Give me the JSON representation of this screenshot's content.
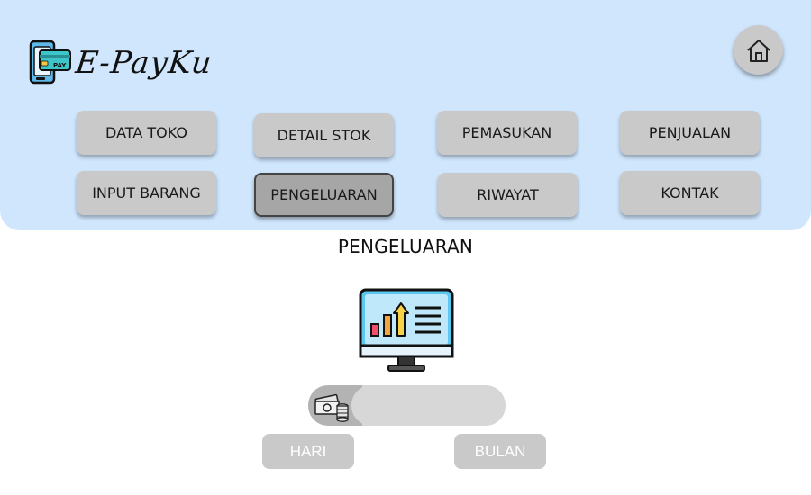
{
  "app": {
    "brand": "E-PayKu"
  },
  "nav": {
    "buttons": [
      {
        "label": "DATA TOKO"
      },
      {
        "label": "DETAIL STOK"
      },
      {
        "label": "PEMASUKAN"
      },
      {
        "label": "PENJUALAN"
      },
      {
        "label": "INPUT BARANG"
      },
      {
        "label": "PENGELUARAN",
        "active": true
      },
      {
        "label": "RIWAYAT"
      },
      {
        "label": "KONTAK"
      }
    ]
  },
  "home": {
    "icon": "home-icon"
  },
  "main": {
    "title": "PENGELUARAN",
    "illustration": "monitor-chart-icon",
    "amount": {
      "icon": "money-icon",
      "value": ""
    },
    "period_buttons": [
      {
        "label": "HARI"
      },
      {
        "label": "BULAN"
      }
    ]
  },
  "colors": {
    "header_bg": "#d0e6fd",
    "button_bg": "#c9c9c9",
    "active_button_bg": "#a6a6a6"
  }
}
